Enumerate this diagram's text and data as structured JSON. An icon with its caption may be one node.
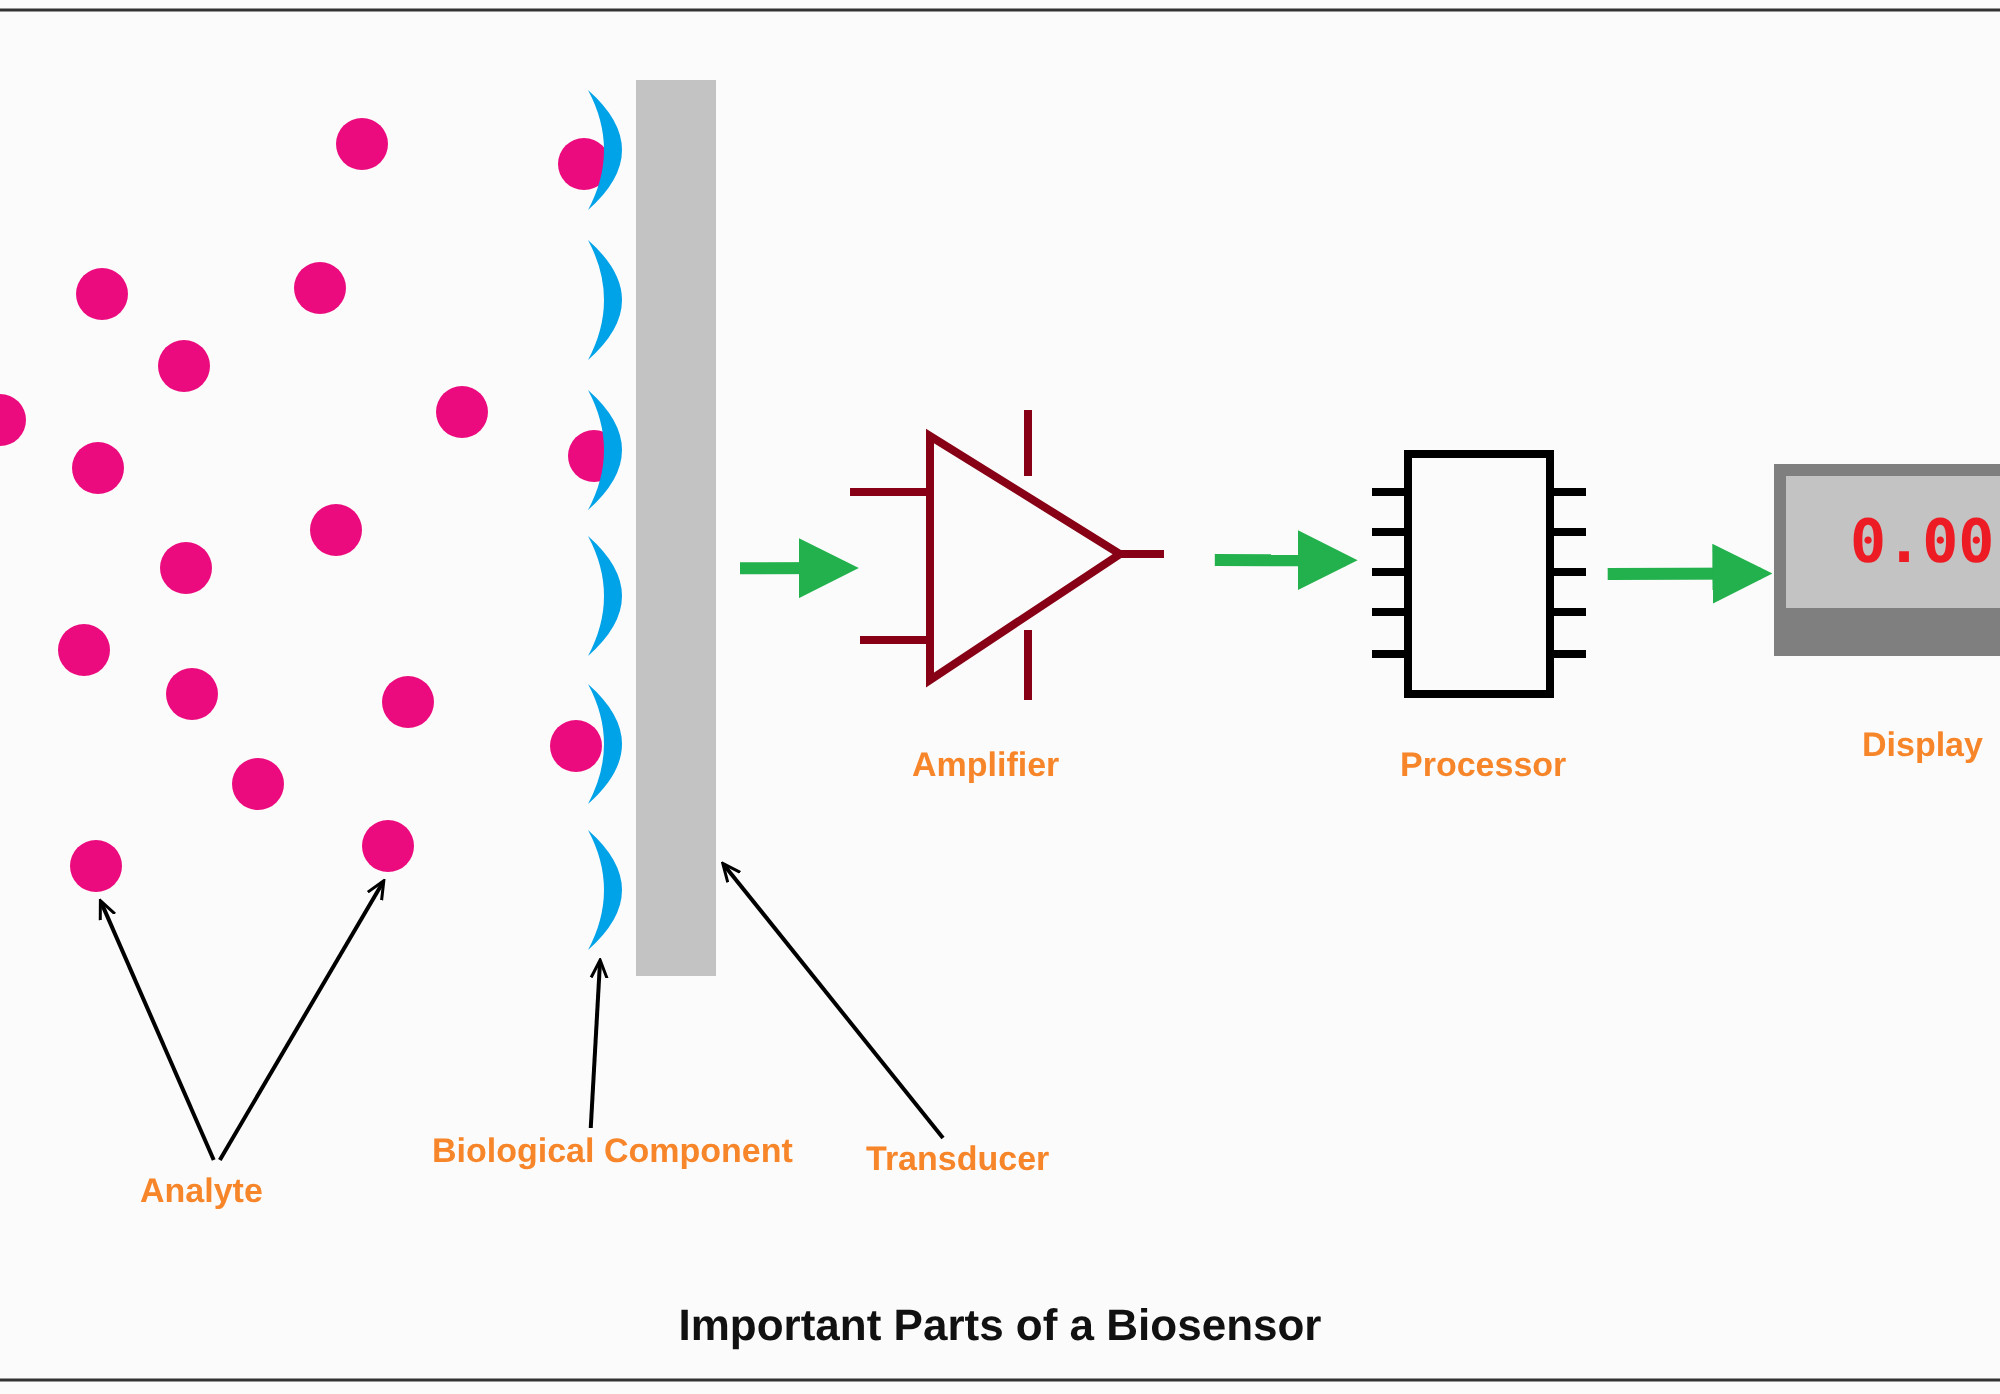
{
  "diagram": {
    "title": "Important Parts of a Biosensor",
    "nodes": [
      {
        "text": [
          "Analyte"
        ]
      },
      {
        "text": [],
        "shape": "circle"
      },
      {
        "text": [],
        "shape": "circle"
      },
      {
        "text": [
          "Biological Component"
        ]
      },
      {
        "text": [],
        "shape": "crescent"
      },
      {
        "text": [],
        "shape": "crescent"
      },
      {
        "text": [],
        "shape": "crescent"
      },
      {
        "text": [],
        "shape": "crescent"
      },
      {
        "text": [],
        "shape": "crescent"
      },
      {
        "text": [],
        "shape": "crescent"
      },
      {
        "text": [
          "Transducer"
        ]
      },
      {
        "text": [],
        "shape": "bar"
      },
      {
        "text": [
          "Amplifier"
        ]
      },
      {
        "text": [
          "Processor"
        ]
      },
      {
        "text": [
          "0.00",
          "Display"
        ]
      }
    ],
    "edges": [
      {
        "from": 0,
        "to": 1,
        "arrow": "to"
      },
      {
        "from": 0,
        "to": 2,
        "arrow": "to"
      },
      {
        "from": 3,
        "to": 9,
        "arrow": "to"
      },
      {
        "from": 10,
        "to": 11,
        "arrow": "to"
      },
      {
        "from": 11,
        "to": 12,
        "arrow": "to",
        "style": "thick",
        "color": "#22b14c"
      },
      {
        "from": 12,
        "to": 13,
        "arrow": "to",
        "style": "thick",
        "color": "#22b14c"
      },
      {
        "from": 13,
        "to": 14,
        "arrow": "to",
        "style": "thick",
        "color": "#22b14c"
      }
    ]
  }
}
